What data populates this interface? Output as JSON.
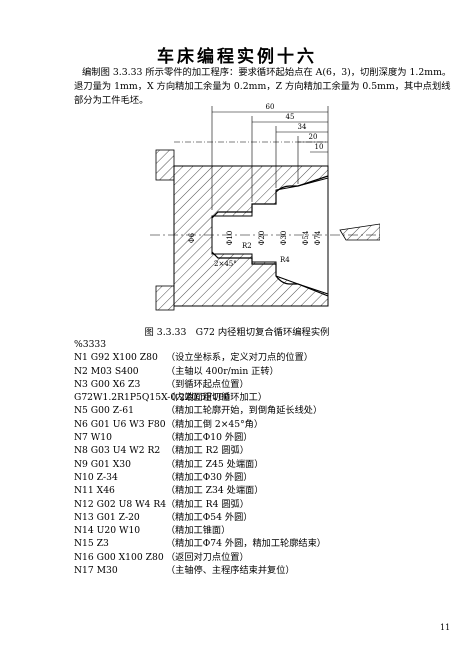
{
  "title": "车床编程实例十六",
  "intro": "编制图 3.3.33 所示零件的加工程序：要求循环起始点在 A(6，3)，切削深度为 1.2mm。退刀量为 1mm，X 方向精加工余量为 0.2mm，Z 方向精加工余量为 0.5mm，其中点划线部分为工件毛坯。",
  "figure": {
    "dims": {
      "d60": "60",
      "d45": "45",
      "d34": "34",
      "d20": "20",
      "d10": "10"
    },
    "labels": {
      "phi6": "Φ6",
      "phi10": "Φ10",
      "phi20": "Φ20",
      "phi30": "Φ30",
      "phi54": "Φ54",
      "phi74": "Φ74",
      "r2": "R2",
      "r4": "R4",
      "chamfer": "2×45°"
    },
    "caption": "图 3.3.33　G72 内径粗切复合循环编程实例"
  },
  "program": {
    "name": "%3333",
    "lines": [
      {
        "code": "N1 G92 X100 Z80",
        "comment": "（设立坐标系，定义对刀点的位置）"
      },
      {
        "code": "N2 M03 S400",
        "comment": "（主轴以 400r/min 正转）"
      },
      {
        "code": "N3 G00 X6 Z3",
        "comment": "（到循环起点位置）"
      },
      {
        "code": "G72W1.2R1P5Q15X-0.2Z0.5F100",
        "comment": "（内端面粗切循环加工）"
      },
      {
        "code": "N5 G00 Z-61",
        "comment": "（精加工轮廓开始，到倒角延长线处）"
      },
      {
        "code": "N6 G01 U6 W3 F80",
        "comment": "（精加工倒 2×45°角）"
      },
      {
        "code": "N7 W10",
        "comment": "（精加工Φ10 外圆）"
      },
      {
        "code": "N8 G03 U4 W2 R2",
        "comment": "（精加工 R2 圆弧）"
      },
      {
        "code": "N9 G01 X30",
        "comment": "（精加工 Z45 处端面）"
      },
      {
        "code": "N10 Z-34",
        "comment": "（精加工Φ30 外圆）"
      },
      {
        "code": "N11 X46",
        "comment": "（精加工 Z34 处端面）"
      },
      {
        "code": "N12 G02 U8 W4 R4",
        "comment": "（精加工 R4 圆弧）"
      },
      {
        "code": "N13 G01 Z-20",
        "comment": "（精加工Φ54 外圆）"
      },
      {
        "code": "N14 U20 W10",
        "comment": "（精加工锥面）"
      },
      {
        "code": "N15 Z3",
        "comment": "（精加工Φ74 外圆，精加工轮廓结束）"
      },
      {
        "code": "N16 G00 X100 Z80",
        "comment": "（返回对刀点位置）"
      },
      {
        "code": "N17 M30",
        "comment": "（主轴停、主程序结束并复位）"
      }
    ]
  },
  "page_number": "11"
}
